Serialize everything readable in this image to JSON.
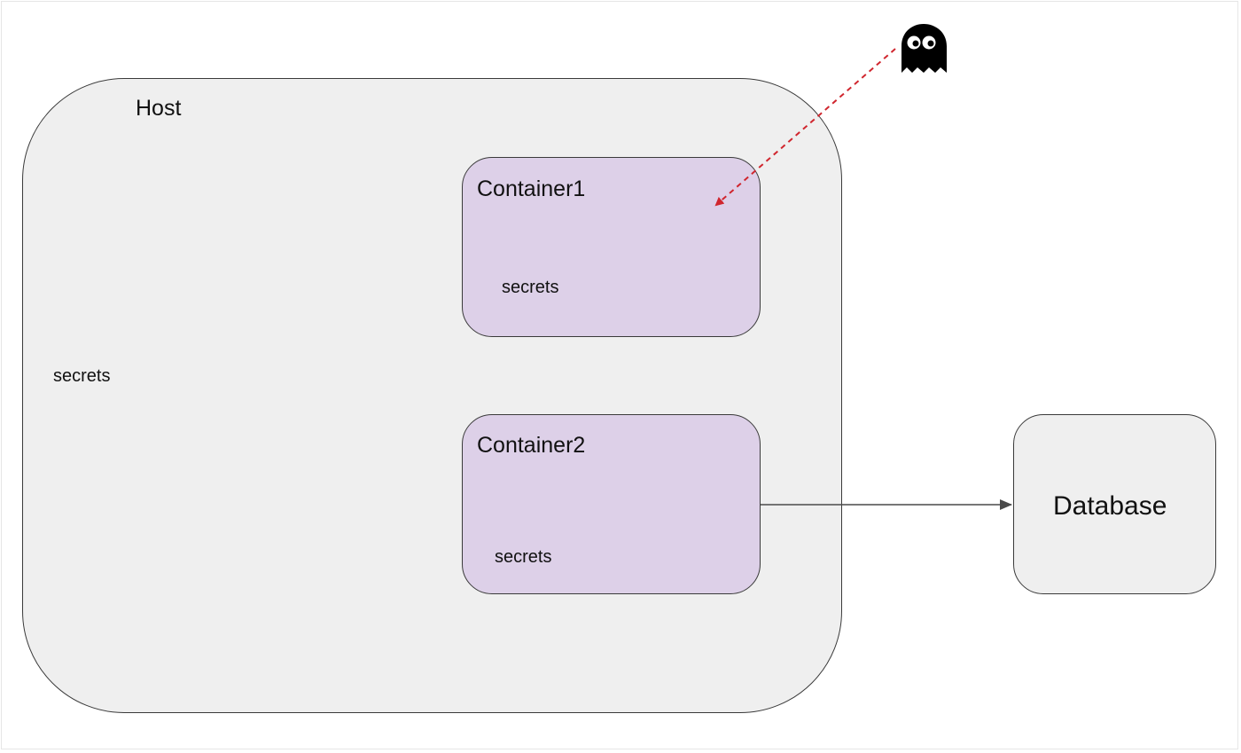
{
  "diagram": {
    "host": {
      "title": "Host",
      "secrets_label": "secrets"
    },
    "containers": [
      {
        "title": "Container1",
        "secrets_label": "secrets"
      },
      {
        "title": "Container2",
        "secrets_label": "secrets"
      }
    ],
    "database": {
      "title": "Database"
    },
    "attacker": {
      "icon": "ghost-icon",
      "color": "#000000"
    },
    "edges": [
      {
        "from": "attacker",
        "to": "Container1",
        "style": "dashed",
        "color": "#d0262e"
      },
      {
        "from": "Container2",
        "to": "Database",
        "style": "solid",
        "color": "#4a4a4a"
      }
    ],
    "colors": {
      "host_fill": "#efefef",
      "container_fill": "#ddd0e8",
      "database_fill": "#efefef",
      "border": "#3a3a3a"
    }
  }
}
